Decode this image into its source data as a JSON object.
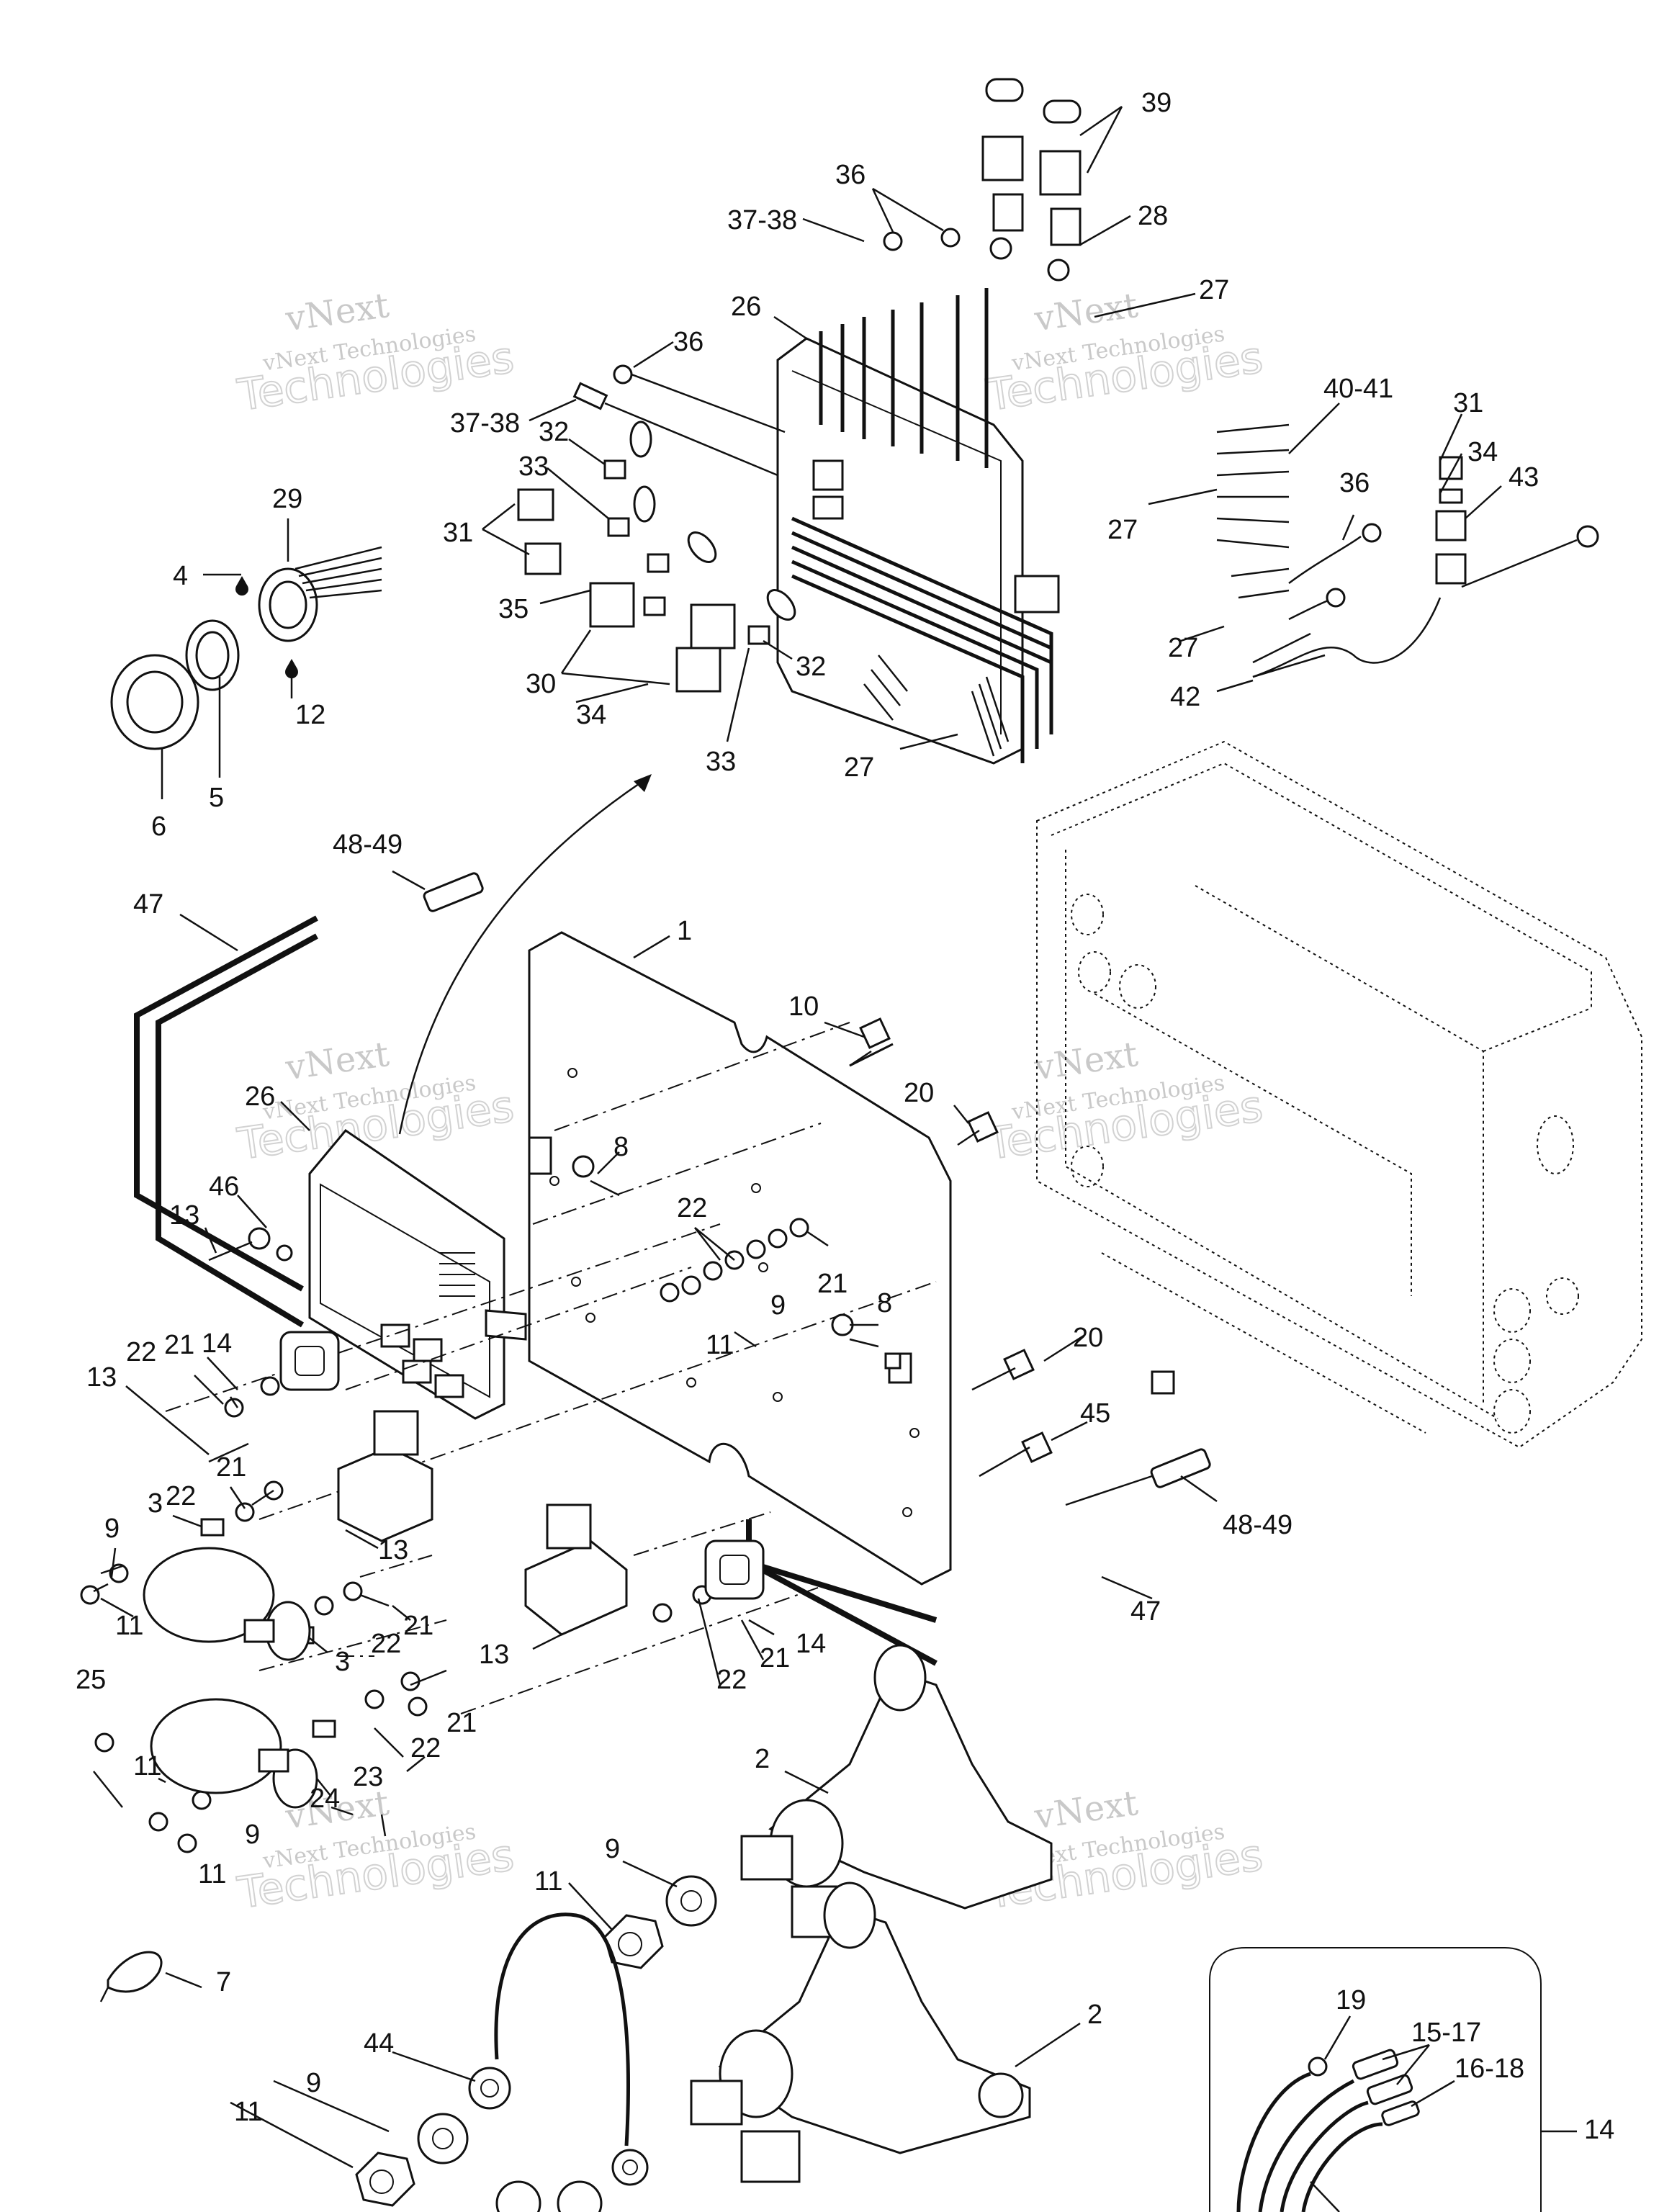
{
  "watermark": {
    "line1": "vNext Technologies",
    "line2": "Technologies",
    "line3": "vNext"
  },
  "callouts": [
    {
      "id": "c39",
      "text": "39"
    },
    {
      "id": "c36a",
      "text": "36"
    },
    {
      "id": "c3738a",
      "text": "37-38"
    },
    {
      "id": "c28",
      "text": "28"
    },
    {
      "id": "c27a",
      "text": "27"
    },
    {
      "id": "c26a",
      "text": "26"
    },
    {
      "id": "c36b",
      "text": "36"
    },
    {
      "id": "c3738b",
      "text": "37-38"
    },
    {
      "id": "c32a",
      "text": "32"
    },
    {
      "id": "c33a",
      "text": "33"
    },
    {
      "id": "c31a",
      "text": "31"
    },
    {
      "id": "c35",
      "text": "35"
    },
    {
      "id": "c30",
      "text": "30"
    },
    {
      "id": "c34a",
      "text": "34"
    },
    {
      "id": "c32b",
      "text": "32"
    },
    {
      "id": "c33b",
      "text": "33"
    },
    {
      "id": "c27b",
      "text": "27"
    },
    {
      "id": "c4041",
      "text": "40-41"
    },
    {
      "id": "c31b",
      "text": "31"
    },
    {
      "id": "c34b",
      "text": "34"
    },
    {
      "id": "c43",
      "text": "43"
    },
    {
      "id": "c36c",
      "text": "36"
    },
    {
      "id": "c27c",
      "text": "27"
    },
    {
      "id": "c27d",
      "text": "27"
    },
    {
      "id": "c42",
      "text": "42"
    },
    {
      "id": "c29",
      "text": "29"
    },
    {
      "id": "c4",
      "text": "4"
    },
    {
      "id": "c12",
      "text": "12"
    },
    {
      "id": "c6",
      "text": "6"
    },
    {
      "id": "c5",
      "text": "5"
    },
    {
      "id": "c4849a",
      "text": "48-49"
    },
    {
      "id": "c47a",
      "text": "47"
    },
    {
      "id": "c1",
      "text": "1"
    },
    {
      "id": "c10",
      "text": "10"
    },
    {
      "id": "c20a",
      "text": "20"
    },
    {
      "id": "c26b",
      "text": "26"
    },
    {
      "id": "c8a",
      "text": "8"
    },
    {
      "id": "c46",
      "text": "46"
    },
    {
      "id": "c13a",
      "text": "13"
    },
    {
      "id": "c22a",
      "text": "22"
    },
    {
      "id": "c21a",
      "text": "21"
    },
    {
      "id": "c9a",
      "text": "9"
    },
    {
      "id": "c8b",
      "text": "8"
    },
    {
      "id": "c11a",
      "text": "11"
    },
    {
      "id": "c20b",
      "text": "20"
    },
    {
      "id": "c14a",
      "text": "14"
    },
    {
      "id": "c21b",
      "text": "21"
    },
    {
      "id": "c22b",
      "text": "22"
    },
    {
      "id": "c13b",
      "text": "13"
    },
    {
      "id": "c45",
      "text": "45"
    },
    {
      "id": "c21c",
      "text": "21"
    },
    {
      "id": "c22c",
      "text": "22"
    },
    {
      "id": "c3a",
      "text": "3"
    },
    {
      "id": "c13c",
      "text": "13"
    },
    {
      "id": "c4849b",
      "text": "48-49"
    },
    {
      "id": "c9b",
      "text": "9"
    },
    {
      "id": "c11b",
      "text": "11"
    },
    {
      "id": "c21d",
      "text": "21"
    },
    {
      "id": "c22d",
      "text": "22"
    },
    {
      "id": "c3b",
      "text": "3"
    },
    {
      "id": "c13d",
      "text": "13"
    },
    {
      "id": "c14b",
      "text": "14"
    },
    {
      "id": "c21e",
      "text": "21"
    },
    {
      "id": "c22e",
      "text": "22"
    },
    {
      "id": "c47b",
      "text": "47"
    },
    {
      "id": "c25",
      "text": "25"
    },
    {
      "id": "c21f",
      "text": "21"
    },
    {
      "id": "c22f",
      "text": "22"
    },
    {
      "id": "c11c",
      "text": "11"
    },
    {
      "id": "c23",
      "text": "23"
    },
    {
      "id": "c24",
      "text": "24"
    },
    {
      "id": "c2a",
      "text": "2"
    },
    {
      "id": "c9c",
      "text": "9"
    },
    {
      "id": "c11d",
      "text": "11"
    },
    {
      "id": "c9d",
      "text": "9"
    },
    {
      "id": "c11e",
      "text": "11"
    },
    {
      "id": "c7",
      "text": "7"
    },
    {
      "id": "c2b",
      "text": "2"
    },
    {
      "id": "c44",
      "text": "44"
    },
    {
      "id": "c9e",
      "text": "9"
    },
    {
      "id": "c11f",
      "text": "11"
    },
    {
      "id": "c19",
      "text": "19"
    },
    {
      "id": "c1517",
      "text": "15-17"
    },
    {
      "id": "c1618",
      "text": "16-18"
    },
    {
      "id": "c14c",
      "text": "14"
    }
  ]
}
